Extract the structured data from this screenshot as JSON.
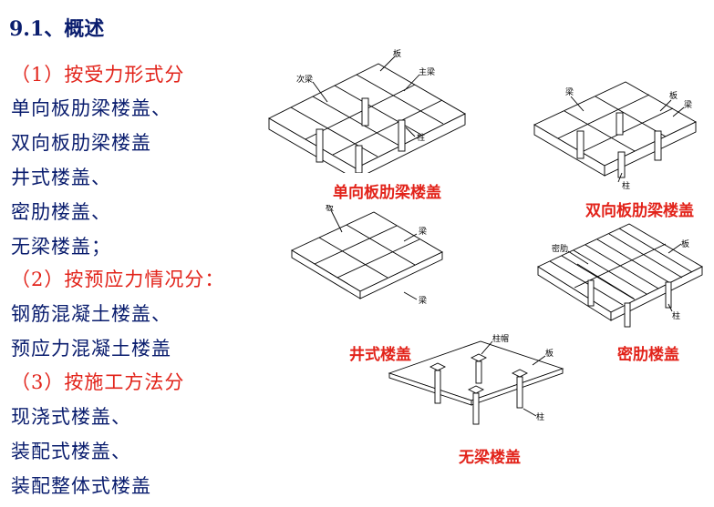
{
  "title": "9.1、概述",
  "lines": [
    "（1）按受力形式分",
    "单向板肋梁楼盖、",
    "双向板肋梁楼盖",
    "井式楼盖、",
    "密肋楼盖、",
    "无梁楼盖；",
    "（2）按预应力情况分：",
    "钢筋混凝土楼盖、",
    "预应力混凝土楼盖",
    "（3）按施工方法分",
    "现浇式楼盖、",
    "装配式楼盖、",
    "装配整体式楼盖"
  ],
  "figures": {
    "one_way": {
      "caption": "单向板肋梁楼盖",
      "labels": {
        "slab": "板",
        "secondary_beam": "次梁",
        "main_beam": "主梁",
        "column": "柱"
      }
    },
    "two_way": {
      "caption": "双向板肋梁楼盖",
      "labels": {
        "beam": "梁",
        "slab": "板",
        "beam2": "梁",
        "column": "柱"
      }
    },
    "waffle": {
      "caption": "井式楼盖",
      "labels": {
        "slab": "板",
        "beam": "梁",
        "beam2": "梁"
      }
    },
    "ribbed": {
      "caption": "密肋楼盖",
      "labels": {
        "rib": "密肋",
        "slab": "板",
        "column": "柱"
      }
    },
    "flat": {
      "caption": "无梁楼盖",
      "labels": {
        "column_cap": "柱帽",
        "slab": "板",
        "column": "柱"
      }
    }
  },
  "colors": {
    "heading": "#0a1d6e",
    "accent": "#e2231a"
  }
}
